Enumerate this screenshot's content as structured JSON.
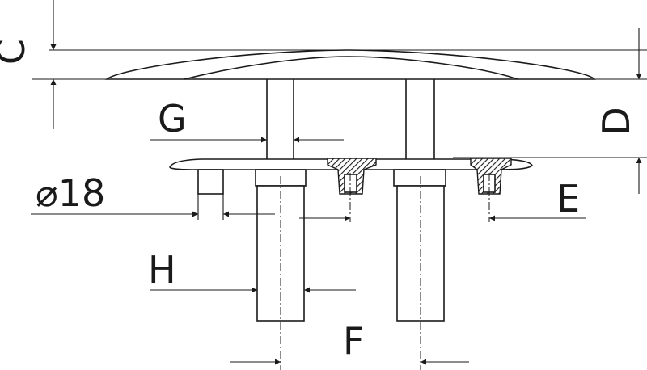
{
  "labels": {
    "c": "C",
    "d": "D",
    "g": "G",
    "diameter": "⌀18",
    "e": "E",
    "h": "H",
    "f": "F"
  }
}
